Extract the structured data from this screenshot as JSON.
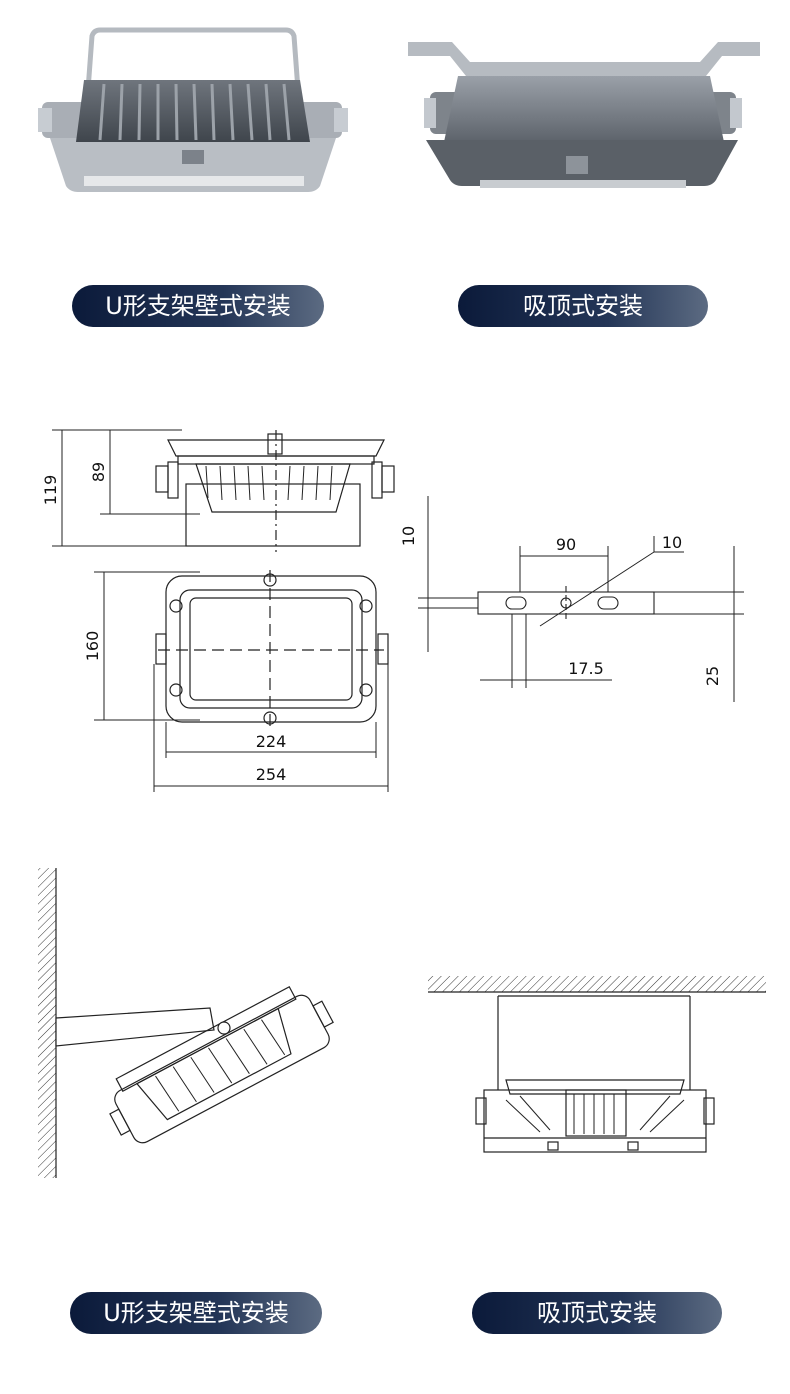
{
  "captions": {
    "top_left": "U形支架壁式安装",
    "top_right": "吸顶式安装",
    "bottom_left": "U形支架壁式安装",
    "bottom_right": "吸顶式安装"
  },
  "dimensions": {
    "height_total": "119",
    "height_body": "89",
    "depth": "160",
    "width_inner": "224",
    "width_outer": "254",
    "bracket_hole_spacing": "90",
    "slot_width": "10",
    "bracket_edge": "17.5",
    "bracket_height": "25",
    "bracket_side": "10"
  },
  "colors": {
    "pill_dark": "#0b1a3a",
    "pill_light": "#5c6b82",
    "housing": "#8a8f96",
    "line": "#222222"
  }
}
